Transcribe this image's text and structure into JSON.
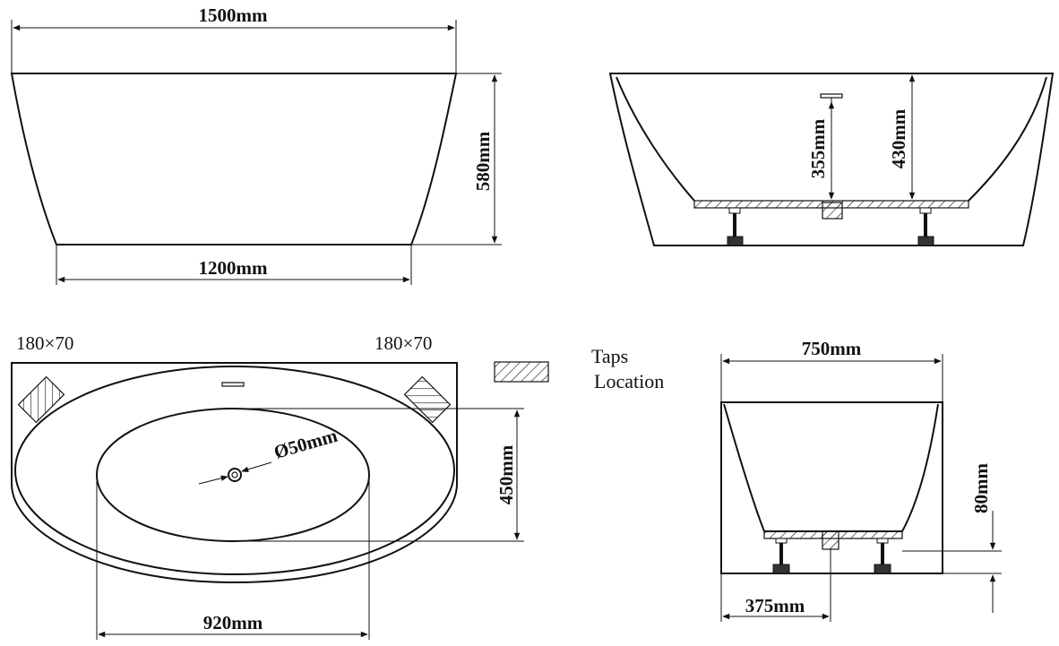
{
  "dimensions": {
    "top_length": "1500mm",
    "bottom_length": "1200mm",
    "height": "580mm",
    "drain_height": "355mm",
    "depth": "430mm",
    "width": "750mm",
    "feet_height": "80mm",
    "waste_offset": "375mm",
    "inner_length": "920mm",
    "inner_width": "450mm",
    "drain_diameter": "Ø50mm"
  },
  "tap_sizes": {
    "left": "180×70",
    "right": "180×70"
  },
  "legend": {
    "line1": "Taps",
    "line2": "Location"
  }
}
